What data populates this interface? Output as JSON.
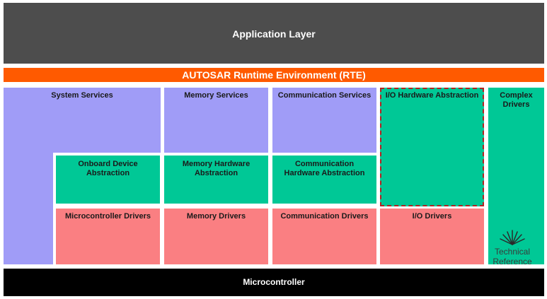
{
  "application_layer": "Application Layer",
  "rte": "AUTOSAR Runtime Environment (RTE)",
  "microcontroller": "Microcontroller",
  "services": {
    "system": "System Services",
    "memory": "Memory Services",
    "communication": "Communication Services",
    "io_hw_abstraction": "I/O Hardware Abstraction",
    "complex_drivers": [
      "Complex",
      "Drivers"
    ]
  },
  "abstraction": {
    "onboard": [
      "Onboard Device",
      "Abstraction"
    ],
    "memory_hw": [
      "Memory Hardware",
      "Abstraction"
    ],
    "communication_hw": [
      "Communication",
      "Hardware Abstraction"
    ]
  },
  "drivers": {
    "microcontroller": "Microcontroller Drivers",
    "memory": "Memory Drivers",
    "communication": "Communication Drivers",
    "io": "I/O Drivers"
  },
  "logo": {
    "line1": "Technical",
    "line2": "Reference"
  },
  "colors": {
    "application": "#4d4d4d",
    "rte": "#ff5a00",
    "services": "#a09cf7",
    "abstraction": "#00c896",
    "drivers": "#fa7f82",
    "microcontroller": "#000000",
    "highlight_border": "#b22222"
  }
}
